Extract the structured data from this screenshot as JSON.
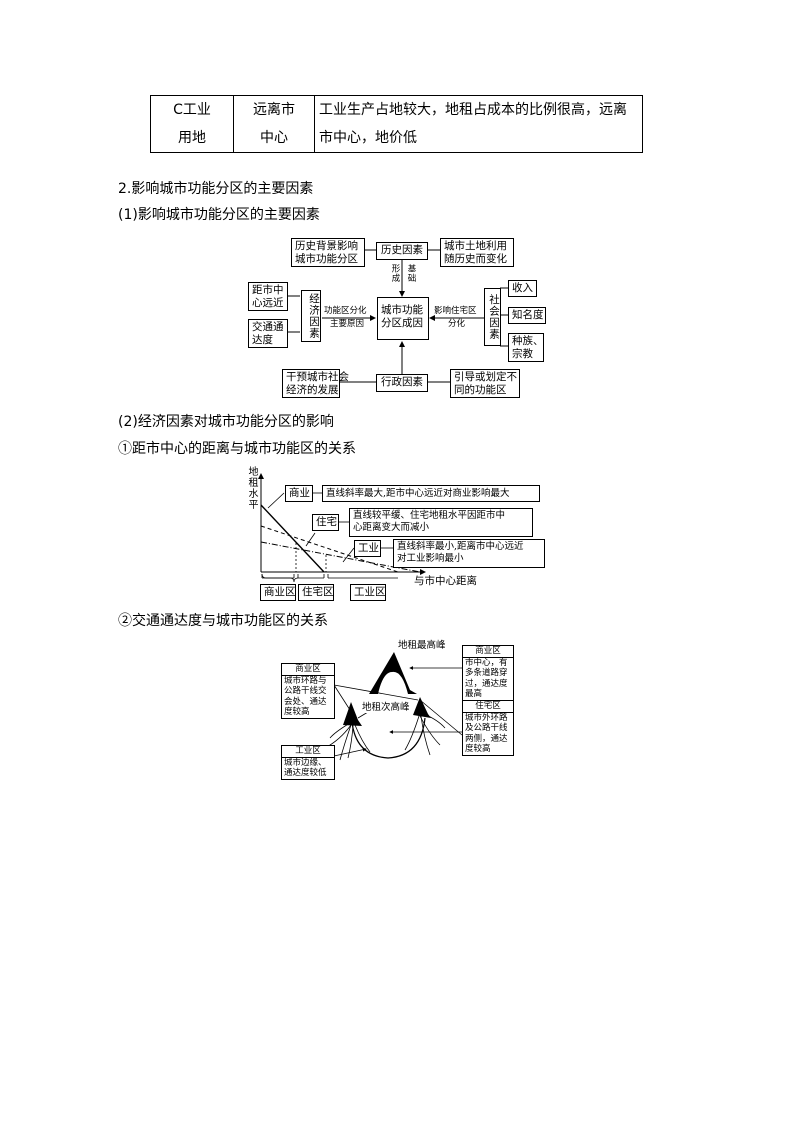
{
  "table": {
    "row": {
      "type": "C工业\n用地",
      "type_line1": "C工业",
      "type_line2": "用地",
      "location_line1": "远离市",
      "location_line2": "中心",
      "reason_line1": "工业生产占地较大，地租占成本的比例很高，远离",
      "reason_line2": "市中心，地价低"
    }
  },
  "section2": {
    "title": "2.影响城市功能分区的主要因素",
    "sub1_title": "(1)影响城市功能分区的主要因素",
    "sub2_title": "(2)经济因素对城市功能分区的影响",
    "item1_title": "①距市中心的距离与城市功能区的关系",
    "item2_title": "②交通通达度与城市功能区的关系"
  },
  "factors_diagram": {
    "center": {
      "line1": "城市功能",
      "line2": "分区成因"
    },
    "history": {
      "label": "历史因素",
      "left_line1": "历史背景影响",
      "left_line2": "城市功能分区",
      "right_line1": "城市土地利用",
      "right_line2": "随历史而变化",
      "arrow_label_left": "形成",
      "arrow_label_right": "基础"
    },
    "economic": {
      "label": "经济因素",
      "item1_line1": "距市中",
      "item1_line2": "心远近",
      "item2_line1": "交通通",
      "item2_line2": "达度",
      "arrow_label_line1": "功能区分化",
      "arrow_label_line2": "主要原因"
    },
    "social": {
      "label": "社会因素",
      "items": [
        "收入",
        "知名度",
        "种族、宗教"
      ],
      "item3_line1": "种族、",
      "item3_line2": "宗教",
      "arrow_label_line1": "影响住宅区",
      "arrow_label_line2": "分化"
    },
    "administrative": {
      "label": "行政因素",
      "left_line1": "干预城市社会",
      "left_line2": "经济的发展",
      "right_line1": "引导或划定不",
      "right_line2": "同的功能区"
    }
  },
  "rent_chart": {
    "y_label": "地租水平",
    "x_label": "与市中心距离",
    "commerce": {
      "label": "商业",
      "desc": "直线斜率最大,距市中心远近对商业影响最大"
    },
    "residential": {
      "label": "住宅",
      "desc_line1": "直线较平缓、住宅地租水平因距市中",
      "desc_line2": "心距离变大而减小"
    },
    "industry": {
      "label": "工业",
      "desc_line1": "直线斜率最小,距离市中心远近",
      "desc_line2": "对工业影响最小"
    },
    "zones": [
      "商业区",
      "住宅区",
      "工业区"
    ]
  },
  "chart_data": {
    "type": "line",
    "title": "距市中心的距离与城市功能区的关系",
    "xlabel": "与市中心距离",
    "ylabel": "地租水平",
    "series": [
      {
        "name": "商业",
        "style": "solid",
        "points": [
          [
            0,
            10
          ],
          [
            6.5,
            0
          ]
        ]
      },
      {
        "name": "住宅",
        "style": "dashed",
        "points": [
          [
            0,
            6.5
          ],
          [
            13,
            0
          ]
        ]
      },
      {
        "name": "工业",
        "style": "dash-dot",
        "points": [
          [
            0,
            4.5
          ],
          [
            16,
            0
          ]
        ]
      }
    ],
    "zones": [
      {
        "name": "商业区",
        "range": [
          0,
          3
        ]
      },
      {
        "name": "住宅区",
        "range": [
          3,
          6
        ]
      },
      {
        "name": "工业区",
        "range": [
          6,
          13
        ]
      }
    ],
    "grid": false
  },
  "access_diagram": {
    "peak_main": "地租最高峰",
    "peak_secondary": "地租次高峰",
    "left_commerce": {
      "title": "商业区",
      "lines": [
        "城市环路与",
        "公路干线交",
        "会处、通达",
        "度较高"
      ]
    },
    "left_industry": {
      "title": "工业区",
      "lines": [
        "城市边缘、",
        "通达度较低"
      ]
    },
    "right_commerce": {
      "title": "商业区",
      "lines": [
        "市中心，有",
        "多条道路穿",
        "过，通达度",
        "最高"
      ]
    },
    "right_residential": {
      "title": "住宅区",
      "lines": [
        "城市外环路",
        "及公路干线",
        "两侧，通达",
        "度较高"
      ]
    }
  }
}
